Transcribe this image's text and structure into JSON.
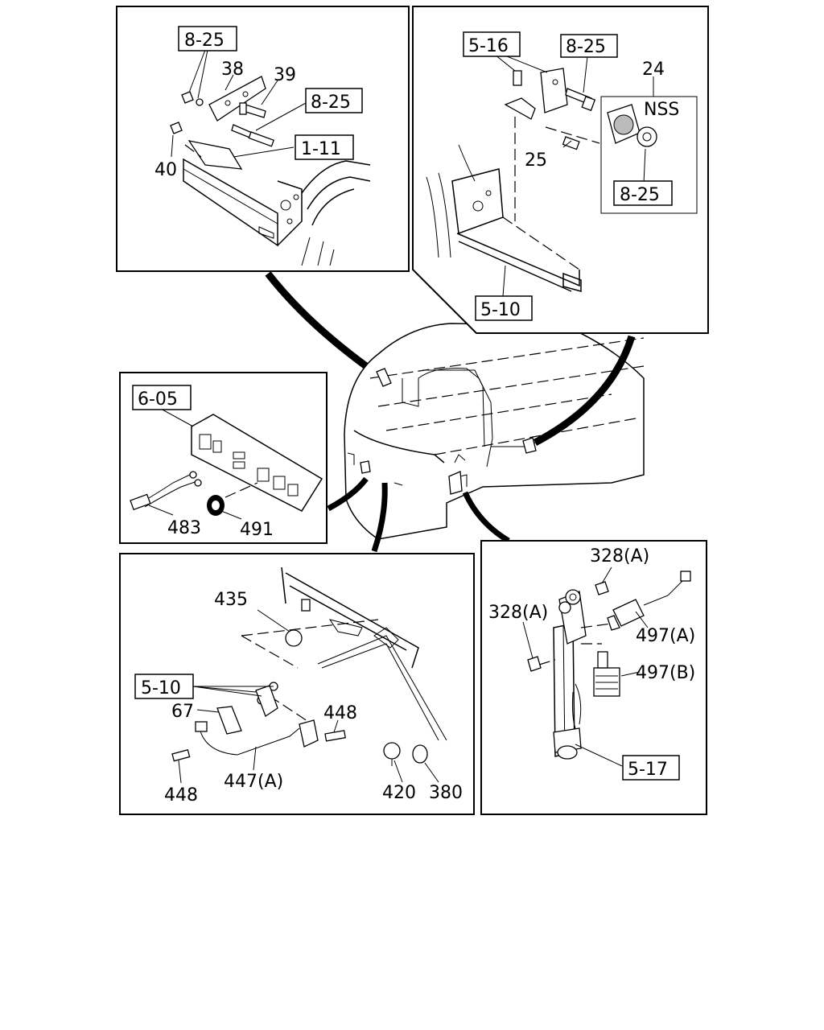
{
  "references": {
    "r_8_25_a": "8-25",
    "r_8_25_b": "8-25",
    "r_1_11": "1-11",
    "r_5_16": "5-16",
    "r_8_25_c": "8-25",
    "r_8_25_d": "8-25",
    "r_5_10_a": "5-10",
    "r_6_05": "6-05",
    "r_5_10_b": "5-10",
    "r_5_17": "5-17"
  },
  "labels": {
    "p38": "38",
    "p39": "39",
    "p40": "40",
    "p24": "24",
    "nss": "NSS",
    "p25": "25",
    "p483": "483",
    "p491": "491",
    "p435": "435",
    "p67": "67",
    "p448a": "448",
    "p448b": "448",
    "p447a": "447(A)",
    "p420": "420",
    "p380": "380",
    "p328a_top": "328(A)",
    "p328a_left": "328(A)",
    "p497a": "497(A)",
    "p497b": "497(B)"
  }
}
